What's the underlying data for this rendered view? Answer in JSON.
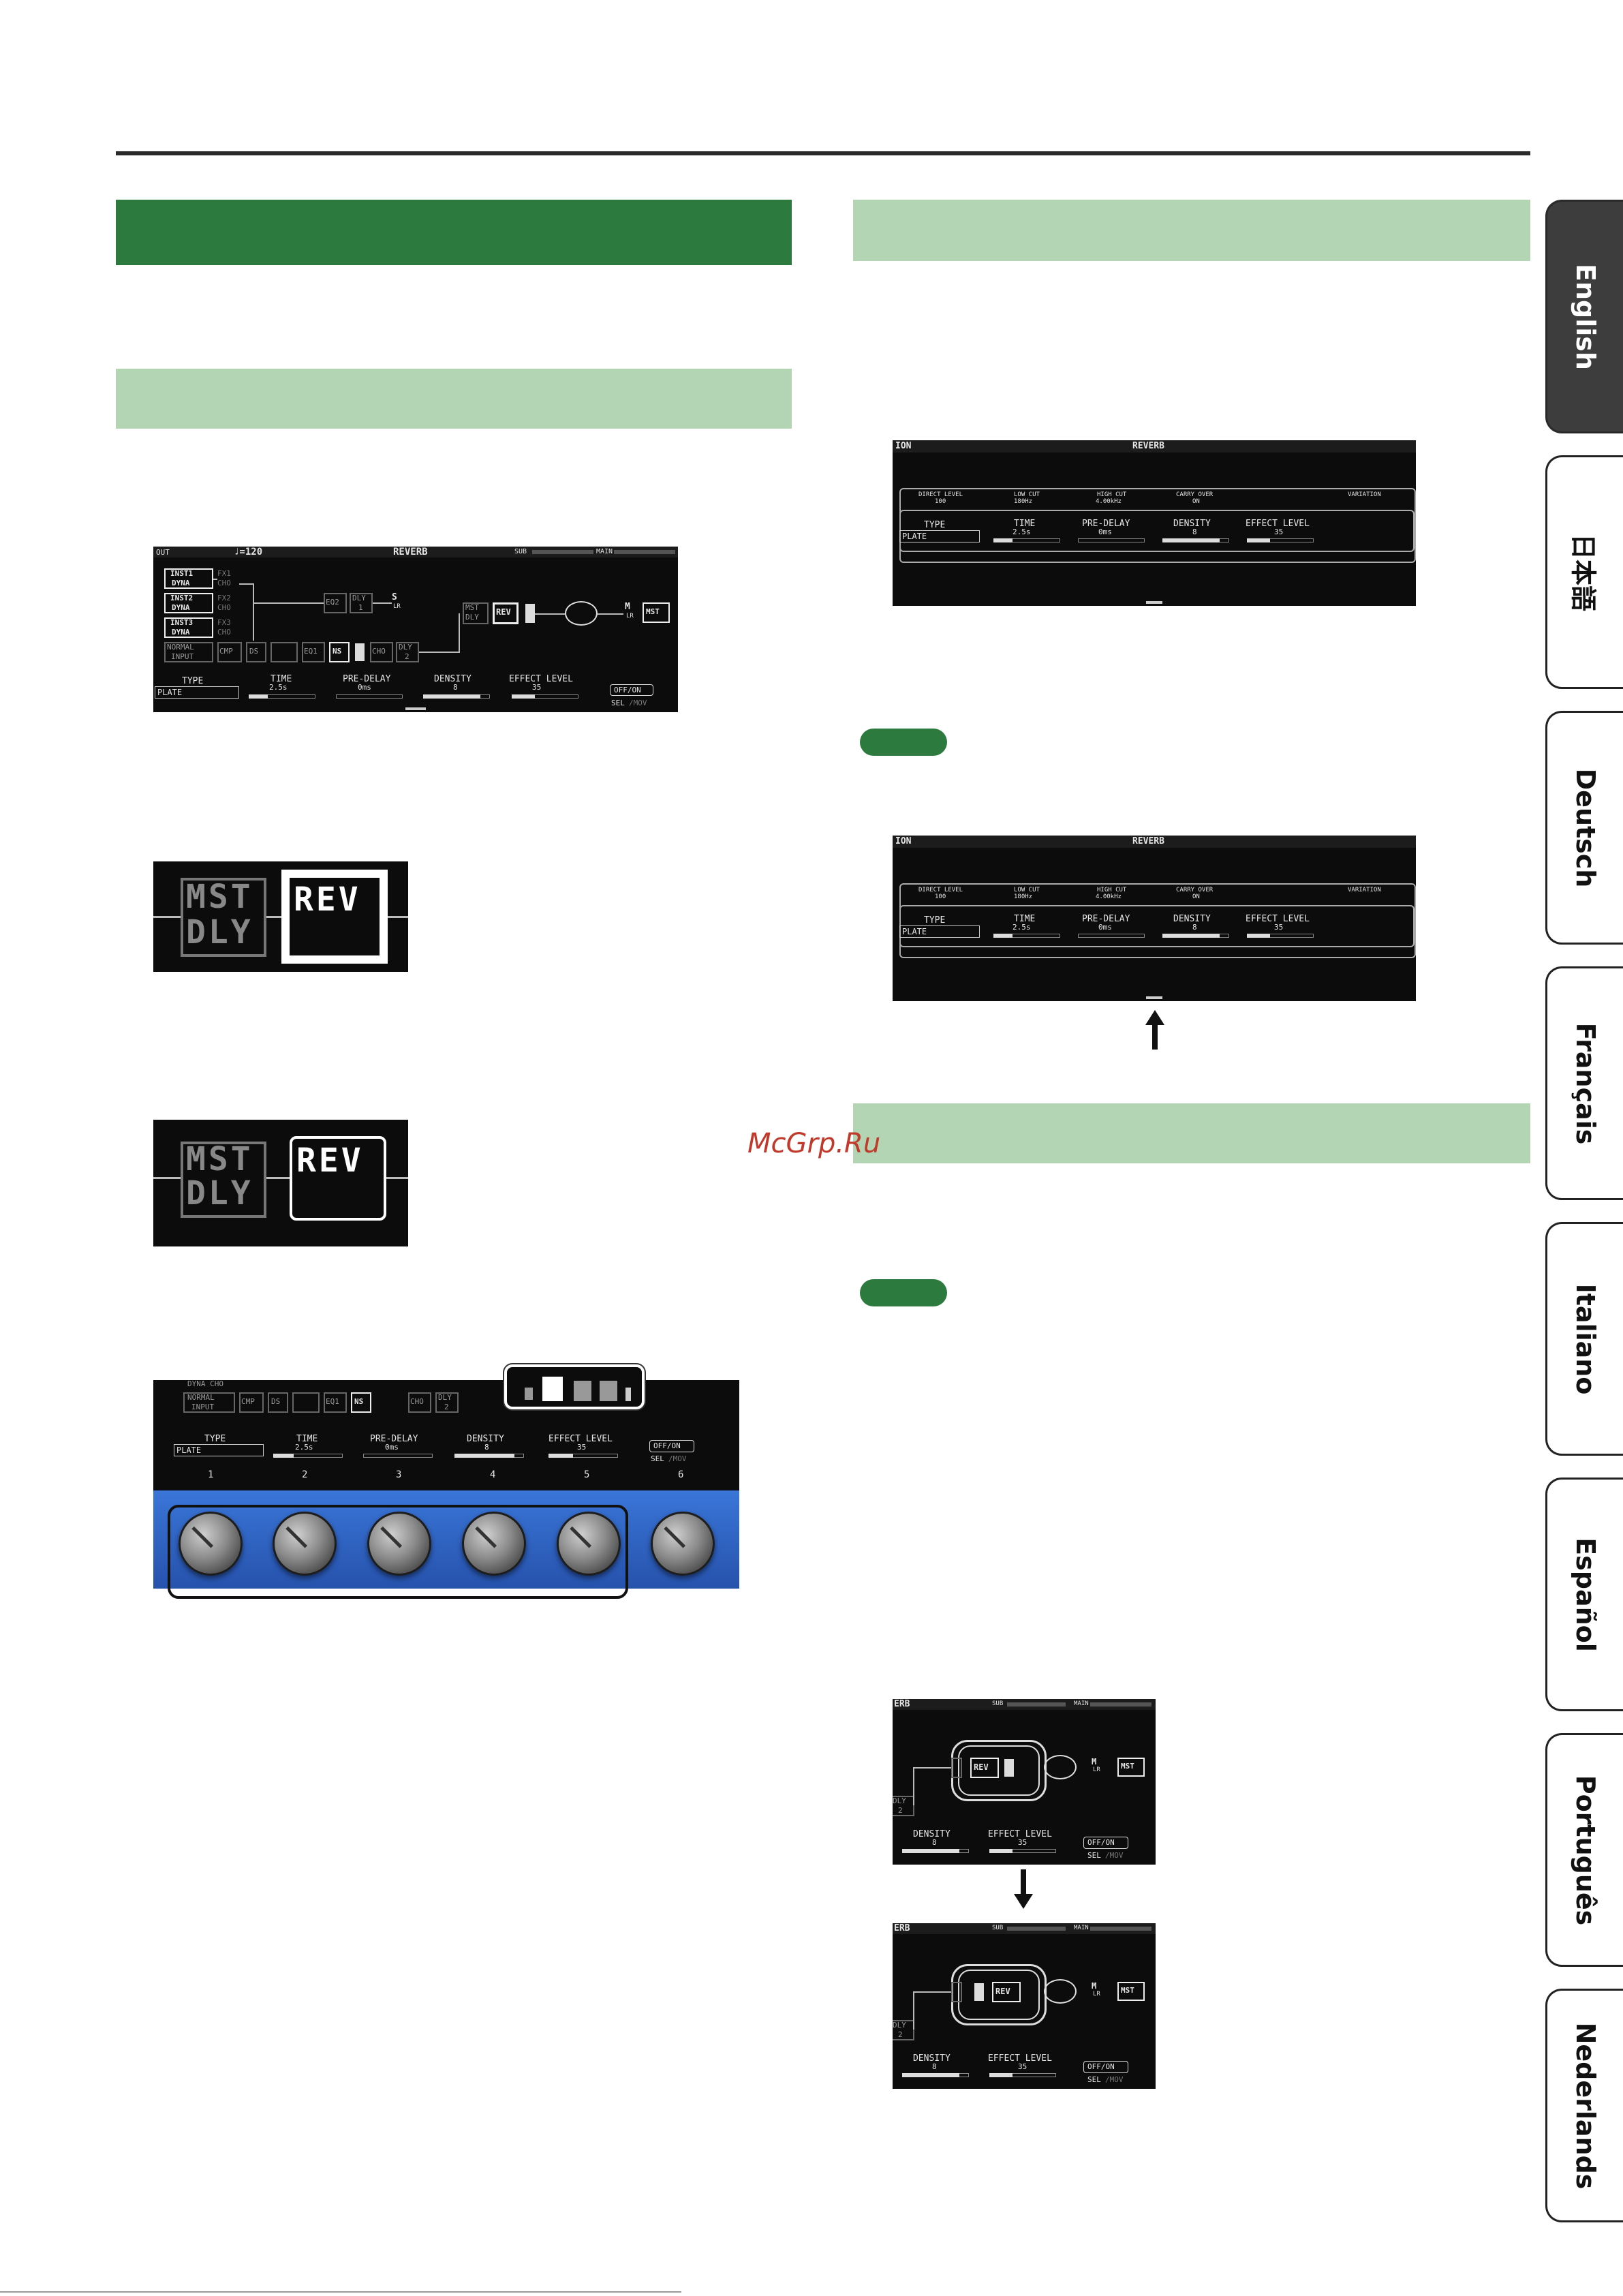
{
  "watermark": "McGrp.Ru",
  "tabs": [
    "English",
    "日本語",
    "Deutsch",
    "Français",
    "Italiano",
    "Español",
    "Português",
    "Nederlands"
  ],
  "screen_reverb": {
    "header_left": "OUT",
    "tempo": "♩=120",
    "title": "REVERB",
    "sub": "SUB",
    "main": "MAIN",
    "chain": {
      "inst1": "INST1",
      "dyna1": "DYNA",
      "fx1": "FX1",
      "cho1": "CHO",
      "inst2": "INST2",
      "dyna2": "DYNA",
      "fx2": "FX2",
      "cho2": "CHO",
      "inst3": "INST3",
      "dyna3": "DYNA",
      "fx3": "FX3",
      "cho3": "CHO",
      "normal": "NORMAL",
      "input": "INPUT",
      "cmp": "CMP",
      "ds": "DS",
      "eq1": "EQ1",
      "ns": "NS",
      "cho": "CHO",
      "dly2a": "DLY",
      "dly2b": "2",
      "eq2": "EQ2",
      "dly1a": "DLY",
      "dly1b": "1",
      "mst": "MST",
      "dly": "DLY",
      "rev": "REV",
      "mst_out": "MST",
      "s": "S",
      "lr": "LR",
      "m": "M"
    },
    "params": {
      "type_label": "TYPE",
      "type_value": "PLATE",
      "time_label": "TIME",
      "time_value": "2.5s",
      "predelay_label": "PRE-DELAY",
      "predelay_value": "0ms",
      "density_label": "DENSITY",
      "density_value": "8",
      "effect_label": "EFFECT LEVEL",
      "effect_value": "35",
      "offon": "OFF/ON",
      "selmov_a": "SEL",
      "selmov_b": "/MOV"
    }
  },
  "zoom_mst": {
    "mst": "MST",
    "dly": "DLY",
    "rev": "REV"
  },
  "knob_panel": {
    "top_row": "DYNA  CHO",
    "numbers": [
      "1",
      "2",
      "3",
      "4",
      "5",
      "6"
    ]
  },
  "screen_detail": {
    "title_left": "ION",
    "title": "REVERB",
    "direct_label": "DIRECT LEVEL",
    "direct_value": "100",
    "lowcut_label": "LOW CUT",
    "lowcut_value": "180Hz",
    "highcut_label": "HIGH CUT",
    "highcut_value": "4.00kHz",
    "carry_label": "CARRY OVER",
    "carry_value": "ON",
    "variation_label": "VARIATION"
  },
  "screen_small": {
    "title": "ERB",
    "sub": "SUB",
    "main": "MAIN",
    "rev": "REV",
    "mst": "MST",
    "dly": "DLY",
    "two": "2",
    "m": "M",
    "lr": "LR"
  },
  "colors": {
    "dark_green": "#2d7a3e",
    "light_green": "#b3d5b4",
    "lcd_bg": "#0c0c0c",
    "knob_blue": "#2e62c4"
  }
}
